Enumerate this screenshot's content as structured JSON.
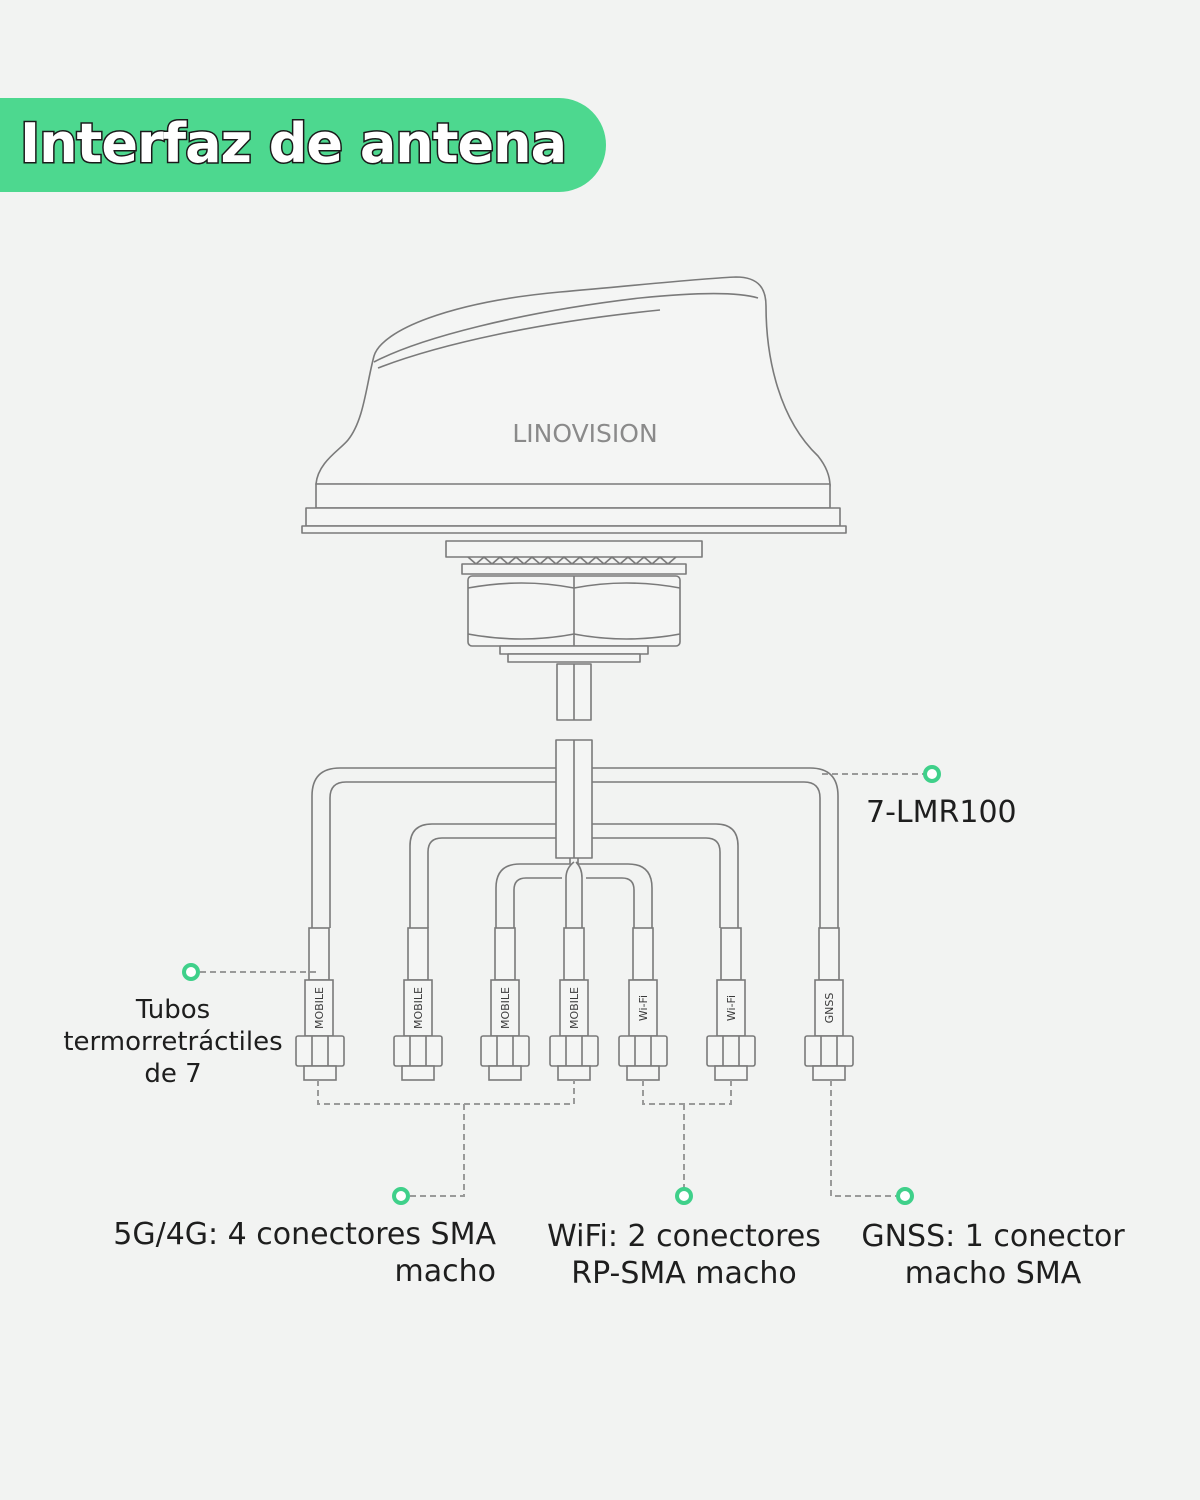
{
  "banner": {
    "title": "Interfaz de antena"
  },
  "antenna": {
    "brand": "LINOVISION"
  },
  "connectors": [
    {
      "label": "MOBILE"
    },
    {
      "label": "MOBILE"
    },
    {
      "label": "MOBILE"
    },
    {
      "label": "MOBILE"
    },
    {
      "label": "Wi-Fi"
    },
    {
      "label": "Wi-Fi"
    },
    {
      "label": "GNSS"
    }
  ],
  "callouts": {
    "cable": "7-LMR100",
    "tubes": {
      "line1": "Tubos",
      "line2": "termorretráctiles",
      "line3": "de 7"
    },
    "mobile": {
      "line1": "5G/4G: 4 conectores SMA",
      "line2": "macho"
    },
    "wifi": {
      "line1": "WiFi: 2 conectores",
      "line2": "RP-SMA macho"
    },
    "gnss": {
      "line1": "GNSS: 1 conector",
      "line2": "macho SMA"
    }
  },
  "colors": {
    "accent": "#4dd88f",
    "dot": "#3fd08a",
    "line": "#7a7a7a",
    "leader": "#9a9a9a"
  }
}
